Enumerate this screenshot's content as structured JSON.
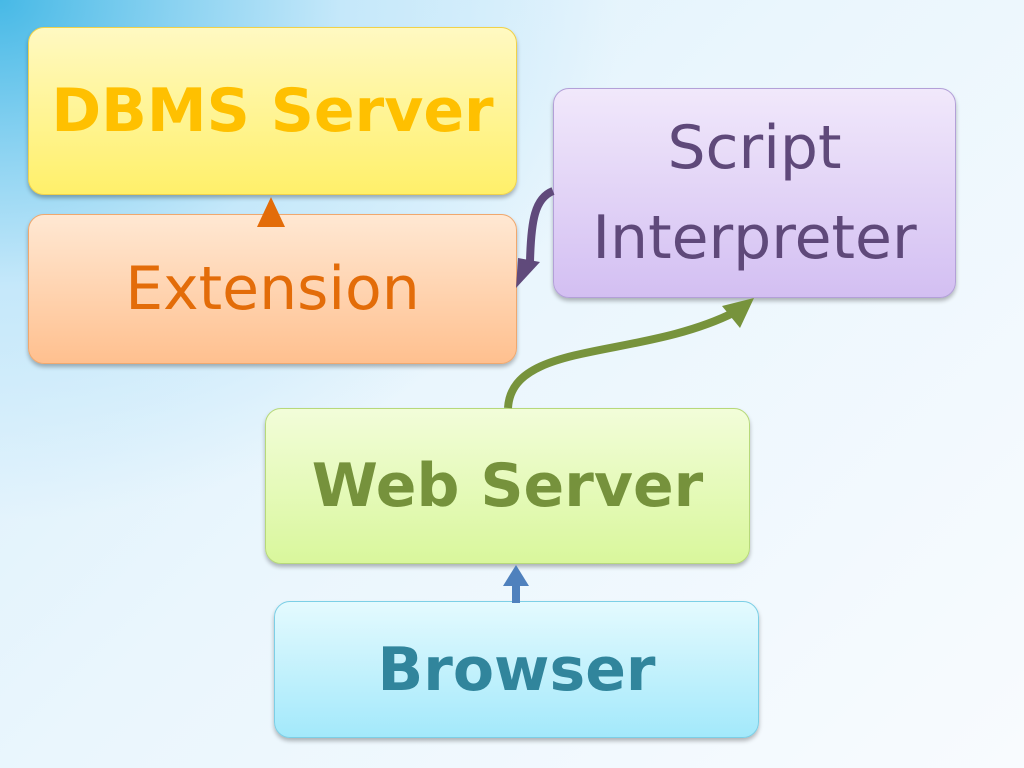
{
  "nodes": {
    "dbms": {
      "label": "DBMS Server",
      "color": "#ffc000"
    },
    "extension": {
      "label": "Extension",
      "color": "#e36c09"
    },
    "script": {
      "line1": "Script",
      "line2": "Interpreter",
      "color": "#5f497a"
    },
    "web": {
      "label": "Web Server",
      "color": "#76923c"
    },
    "browser": {
      "label": "Browser",
      "color": "#31859c"
    }
  },
  "edges": [
    {
      "from": "browser",
      "to": "web",
      "color": "#4f81bd"
    },
    {
      "from": "web",
      "to": "script",
      "color": "#77933c"
    },
    {
      "from": "script",
      "to": "extension",
      "color": "#604a7b"
    },
    {
      "from": "extension",
      "to": "dbms",
      "color": "#e36c09"
    }
  ]
}
